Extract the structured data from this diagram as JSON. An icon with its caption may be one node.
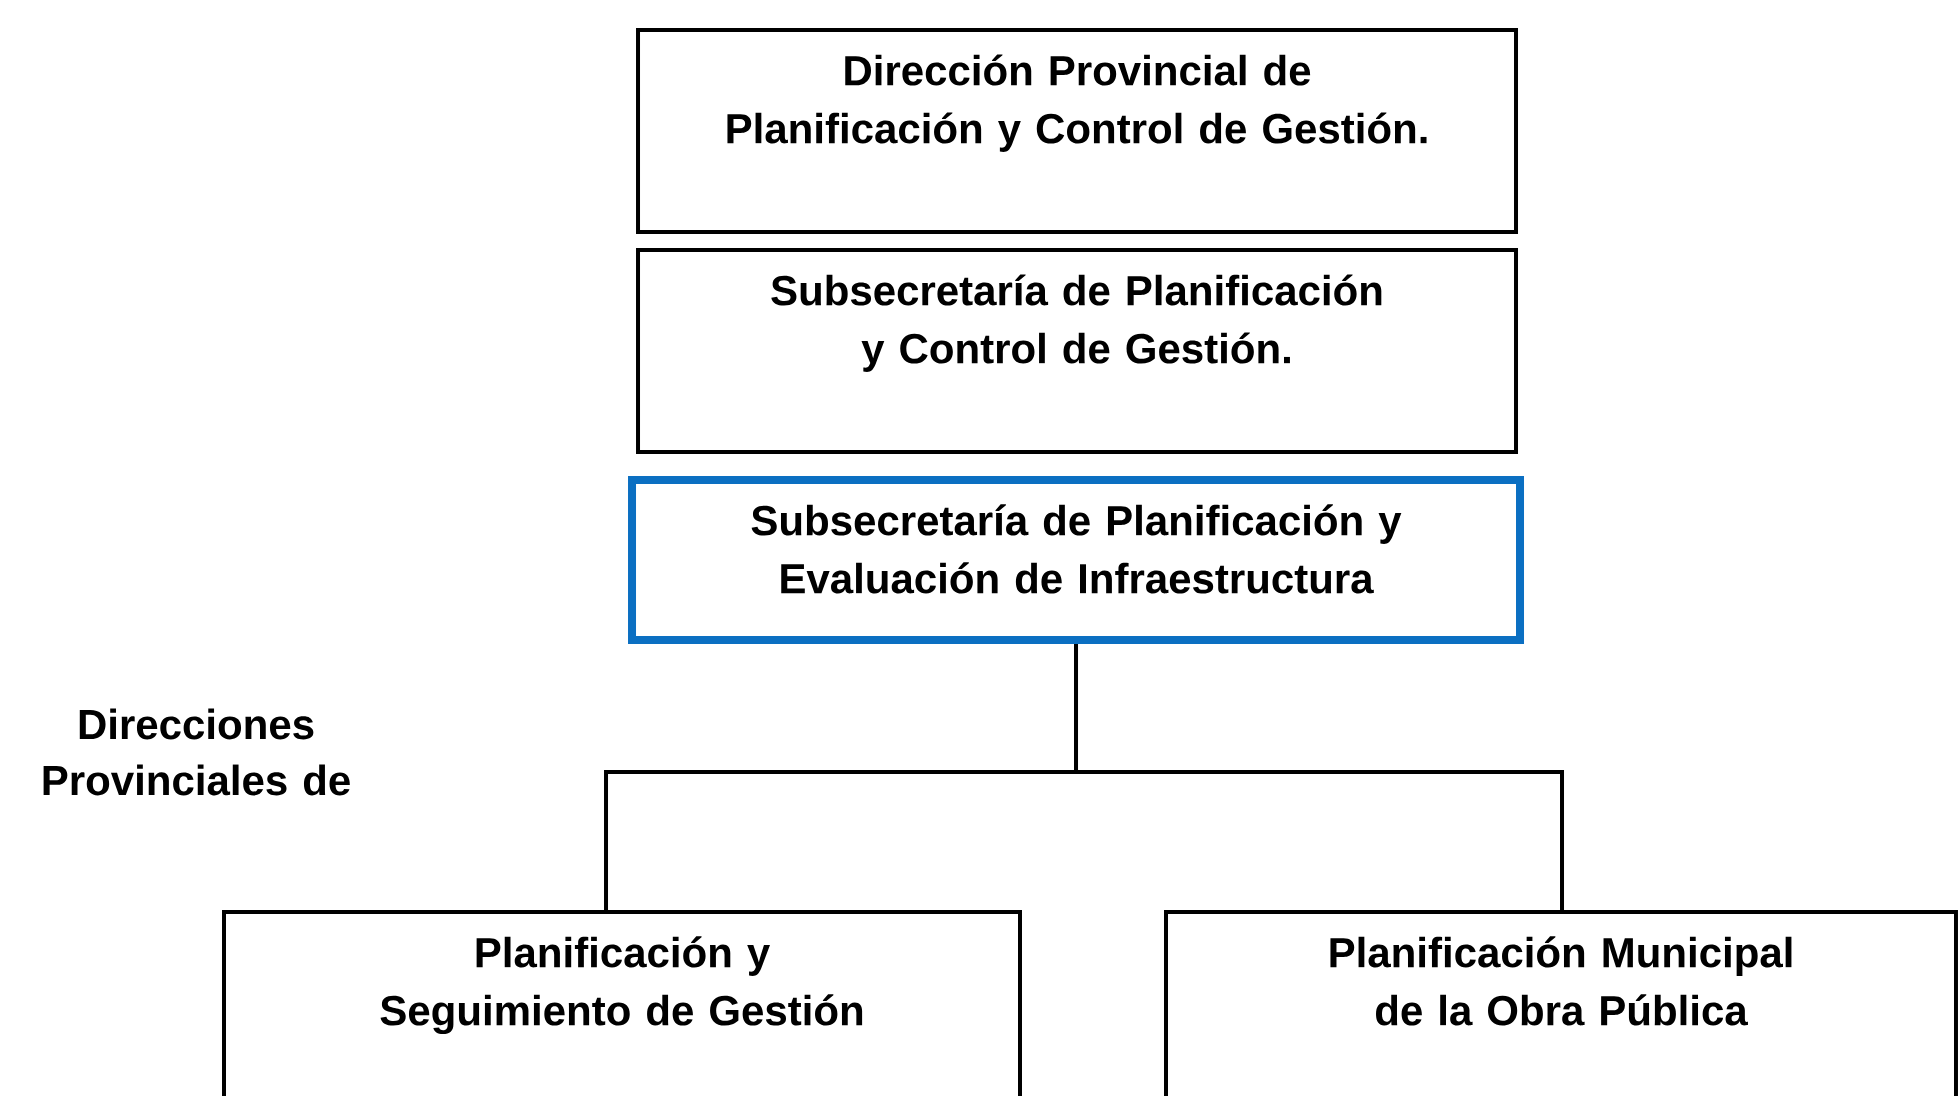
{
  "diagram": {
    "nodes": [
      {
        "text": [
          "Dirección Provincial de Planificación y Control de Gestión."
        ]
      },
      {
        "text": [
          "Subsecretaría de Planificación y Control de Gestión."
        ]
      },
      {
        "text": [
          "Subsecretaría de Planificación y Evaluación de Infraestructura"
        ]
      },
      {
        "text": [
          "Planificación y Seguimiento de Gestión"
        ]
      },
      {
        "text": [
          "Planificación Municipal de la Obra Pública"
        ]
      }
    ],
    "edges": [
      {
        "from": 2,
        "to": 3,
        "arrow": "none"
      },
      {
        "from": 2,
        "to": 4,
        "arrow": "none"
      }
    ],
    "labels": [
      "Direcciones Provinciales de"
    ]
  }
}
